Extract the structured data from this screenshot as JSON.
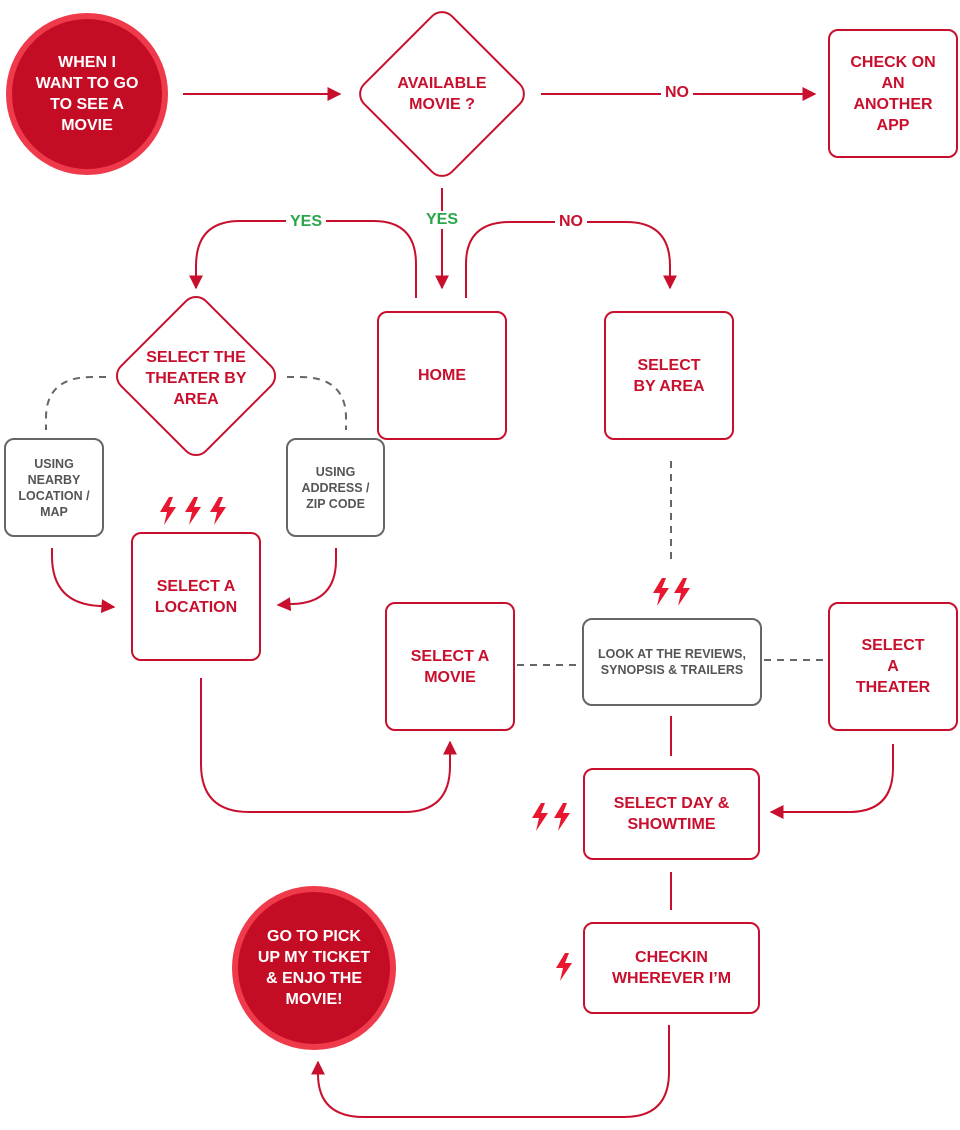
{
  "colors": {
    "accent": "#c8102e",
    "yes": "#2aa64a",
    "neutral": "#666666"
  },
  "nodes": {
    "start": "WHEN I WANT TO GO TO SEE A MOVIE",
    "available_movie": "AVAILABLE MOVIE ?",
    "check_other_app": "CHECK ON AN ANOTHER APP",
    "home": "HOME",
    "select_by_area": "SELECT BY AREA",
    "select_theater_by_area": "SELECT THE THEATER BY AREA",
    "using_nearby": "USING NEARBY LOCATION / MAP",
    "using_address": "USING ADDRESS / ZIP CODE",
    "select_location": "SELECT A LOCATION",
    "select_movie": "SELECT A MOVIE",
    "look_reviews": "LOOK AT THE REVIEWS, SYNOPSIS & TRAILERS",
    "select_theater": "SELECT A THEATER",
    "select_day": "SELECT DAY & SHOWTIME",
    "checkin": "CHECKIN WHEREVER I’M",
    "end": "GO TO PICK UP MY TICKET & ENJO THE MOVIE!"
  },
  "edge_labels": {
    "no_top": "NO",
    "yes_down": "YES",
    "yes_left": "YES",
    "no_right": "NO"
  },
  "icons": {
    "select_location_bolts": "lightning-icon x3",
    "look_reviews_bolts": "lightning-icon x2",
    "select_day_bolts": "lightning-icon x2",
    "checkin_bolts": "lightning-icon x1"
  }
}
